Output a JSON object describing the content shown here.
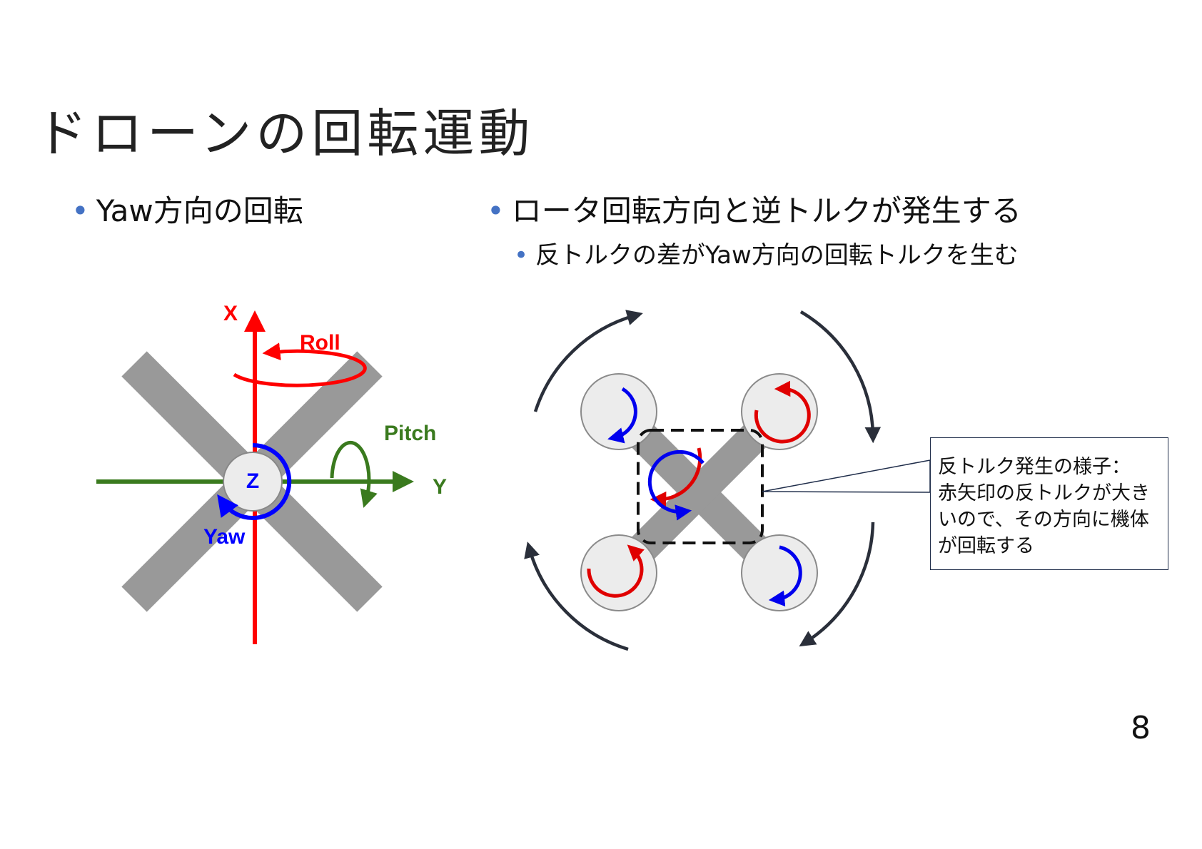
{
  "slide": {
    "title": "ドローンの回転運動",
    "page_number": "8"
  },
  "bullets": {
    "left": "Yaw方向の回転",
    "right": "ロータ回転方向と逆トルクが発生する",
    "right_sub": "反トルクの差がYaw方向の回転トルクを生む"
  },
  "left_diagram": {
    "labels": {
      "x_axis": "X",
      "y_axis": "Y",
      "z_axis": "Z",
      "roll": "Roll",
      "pitch": "Pitch",
      "yaw": "Yaw"
    },
    "colors": {
      "x_axis": "#ff0000",
      "y_axis": "#3a7a1e",
      "z_yaw": "#0000ff",
      "frame": "#999999"
    }
  },
  "right_diagram": {
    "callout_lines": [
      "反トルク発生の様子：",
      "赤矢印の反トルクが大き",
      "いので、その方向に機体",
      "が回転する"
    ],
    "colors": {
      "reaction_torque": "#e00000",
      "rotor_spin": "#0000ee",
      "body_rotation": "#2a2f3a",
      "rotor_fill": "#ececec",
      "frame": "#999999"
    }
  }
}
